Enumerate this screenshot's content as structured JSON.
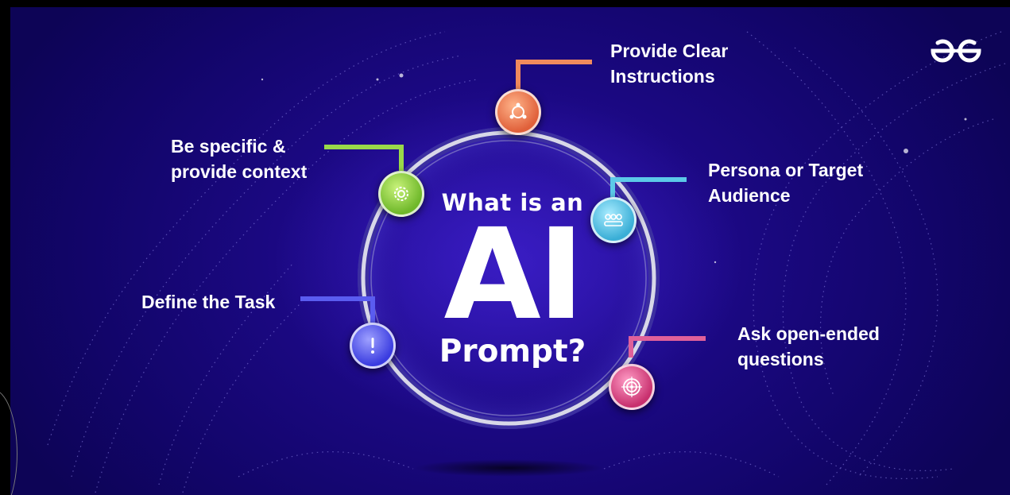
{
  "center": {
    "line1": "What is an",
    "big": "AI",
    "line3": "Prompt?"
  },
  "logo_text": "GfG",
  "items": [
    {
      "label": "Provide Clear\nInstructions",
      "icon": "network-icon",
      "color": "#f08a5d"
    },
    {
      "label": "Persona or Target\nAudience",
      "icon": "audience-icon",
      "color": "#5cc9e8"
    },
    {
      "label": "Ask open-ended\nquestions",
      "icon": "target-icon",
      "color": "#e0609a"
    },
    {
      "label": "Define the Task",
      "icon": "exclamation-icon",
      "color": "#5a5cf0"
    },
    {
      "label": "Be specific &\nprovide context",
      "icon": "gear-icon",
      "color": "#9ad94a"
    }
  ],
  "colors": {
    "background": "#1a0880",
    "ring": "#c8c8d8"
  }
}
